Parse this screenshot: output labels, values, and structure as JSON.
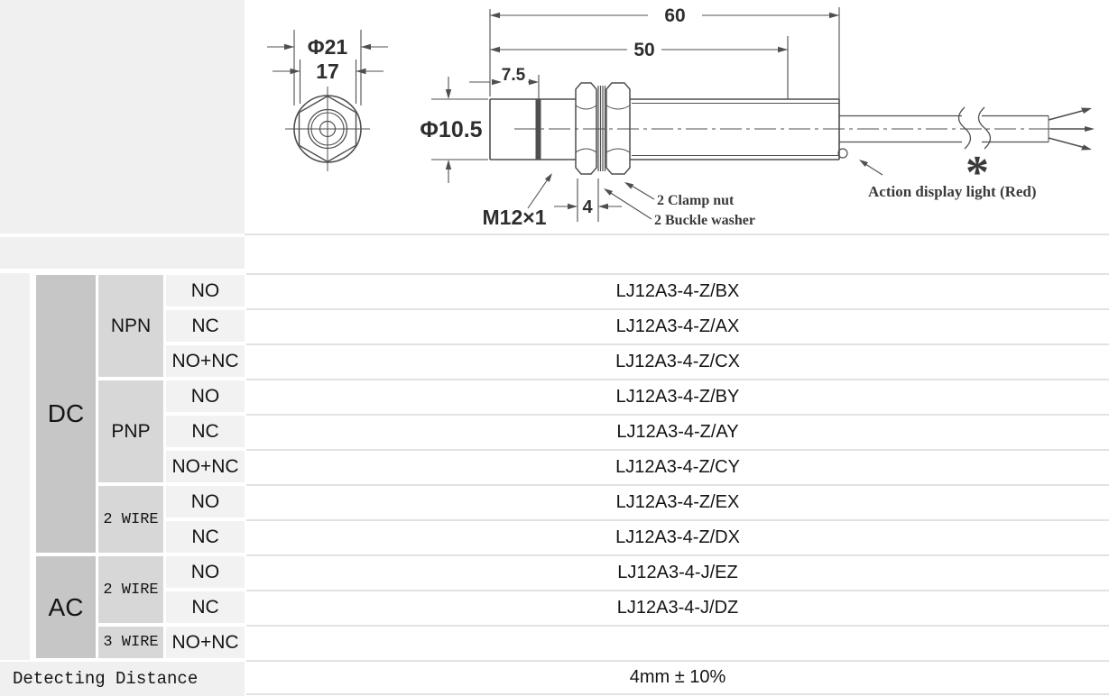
{
  "colors": {
    "panel_bg": "#f0f0f0",
    "power_cell_bg": "#c6c6c6",
    "output_cell_bg": "#d7d7d7",
    "contact_cell_bg": "#f2f2f2",
    "hairline": "#e2e2e2",
    "drawing_line": "#4f4f4f"
  },
  "diagram": {
    "front_view": {
      "dim_outer_diameter": "Φ21",
      "dim_across_flats": "17"
    },
    "side_view": {
      "dim_total_length": "60",
      "dim_body_length": "50",
      "dim_head_length": "7.5",
      "dim_body_diameter": "Φ10.5",
      "thread_spec": "M12×1",
      "dim_washer_width": "4",
      "callout_clamp_nut": "2 Clamp nut",
      "callout_buckle_washer": "2 Buckle washer",
      "callout_action_light": "Action display light (Red)",
      "footnote_mark": "*"
    }
  },
  "spec_table": {
    "power_groups": [
      {
        "label": "DC"
      },
      {
        "label": "AC"
      }
    ],
    "output_groups": [
      {
        "label": "NPN"
      },
      {
        "label": "PNP"
      },
      {
        "label": "2 WIRE"
      },
      {
        "label": "2 WIRE"
      },
      {
        "label": "3 WIRE"
      }
    ],
    "rows": [
      {
        "contact": "NO",
        "model": "LJ12A3-4-Z/BX"
      },
      {
        "contact": "NC",
        "model": "LJ12A3-4-Z/AX"
      },
      {
        "contact": "NO+NC",
        "model": "LJ12A3-4-Z/CX"
      },
      {
        "contact": "NO",
        "model": "LJ12A3-4-Z/BY"
      },
      {
        "contact": "NC",
        "model": "LJ12A3-4-Z/AY"
      },
      {
        "contact": "NO+NC",
        "model": "LJ12A3-4-Z/CY"
      },
      {
        "contact": "NO",
        "model": "LJ12A3-4-Z/EX"
      },
      {
        "contact": "NC",
        "model": "LJ12A3-4-Z/DX"
      },
      {
        "contact": "NO",
        "model": "LJ12A3-4-J/EZ"
      },
      {
        "contact": "NC",
        "model": "LJ12A3-4-J/DZ"
      },
      {
        "contact": "NO+NC",
        "model": ""
      }
    ],
    "footer": {
      "label": "Detecting Distance",
      "value": "4mm ± 10%"
    }
  }
}
